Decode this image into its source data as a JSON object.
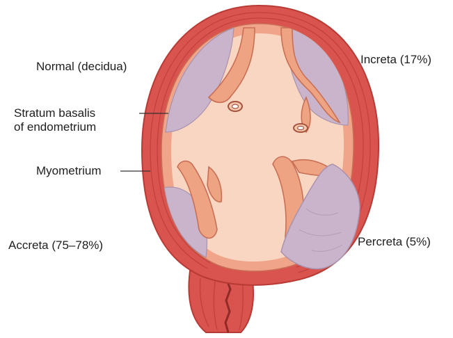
{
  "labels": {
    "normal": "Normal (decidua)",
    "stratum_line1": "Stratum basalis",
    "stratum_line2": "of endometrium",
    "myometrium": "Myometrium",
    "accreta": "Accreta (75–78%)",
    "increta": "Increta (17%)",
    "percreta": "Percreta (5%)"
  },
  "colors": {
    "myometrium": "#d9534f",
    "myometrium_dark": "#b83a35",
    "endometrium": "#f0a48a",
    "placenta": "#f9d6c2",
    "villi": "#eea383",
    "villi_outline": "#c96f55",
    "invasion": "#c9b4cc",
    "invasion_dark": "#a992ad"
  }
}
